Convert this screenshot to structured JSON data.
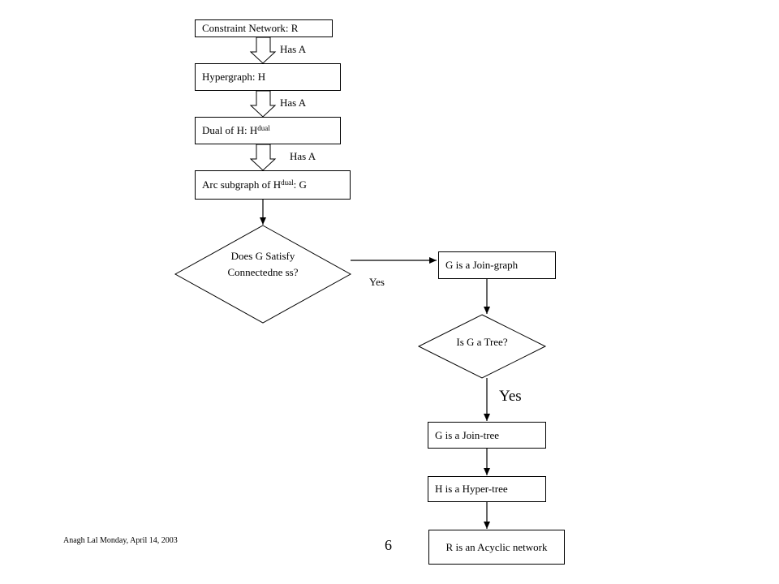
{
  "nodes": {
    "constraint_network": "Constraint Network: R",
    "hypergraph": "Hypergraph: H",
    "dual_prefix": "Dual of H: H",
    "dual_sup": "dual",
    "arc_prefix": "Arc subgraph of  H",
    "arc_sup": "dual",
    "arc_suffix": ": G",
    "connectedness_question": "Does G Satisfy Connectedne ss?",
    "join_graph": "G is a Join-graph",
    "tree_question": "Is G  a Tree?",
    "join_tree": "G is a Join-tree",
    "hyper_tree": "H is a Hyper-tree",
    "acyclic": "R is an Acyclic network"
  },
  "edge_labels": {
    "has_a_1": "Has A",
    "has_a_2": "Has A",
    "has_a_3": "Has A",
    "yes_connected": "Yes",
    "yes_tree": "Yes"
  },
  "footer": {
    "author_date": "Anagh Lal Monday, April 14, 2003",
    "page_number": "6"
  }
}
